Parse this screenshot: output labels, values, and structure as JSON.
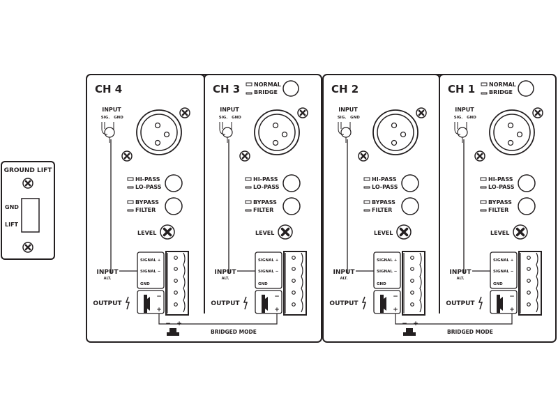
{
  "ground_lift": {
    "title": "GROUND LIFT",
    "gnd": "GND",
    "lift": "LIFT"
  },
  "channels": [
    {
      "name": "CH 4",
      "has_mode_switch": false
    },
    {
      "name": "CH 3",
      "has_mode_switch": true
    },
    {
      "name": "CH 2",
      "has_mode_switch": false
    },
    {
      "name": "CH 1",
      "has_mode_switch": true
    }
  ],
  "labels": {
    "normal": "NORMAL",
    "bridge": "BRIDGE",
    "input": "INPUT",
    "sig": "SIG.",
    "gnd": "GND",
    "hi_pass": "HI-PASS",
    "lo_pass": "LO-PASS",
    "bypass": "BYPASS",
    "filter": "FILTER",
    "level": "LEVEL",
    "input_alt": "INPUT",
    "alt": "ALT.",
    "signal_plus": "SIGNAL +",
    "signal_minus": "SIGNAL −",
    "terminal_gnd": "GND",
    "output": "OUTPUT",
    "minus": "−",
    "plus": "+",
    "bridged_mode": "BRIDGED MODE"
  },
  "colors": {
    "ink": "#231f20",
    "background": "#ffffff"
  }
}
